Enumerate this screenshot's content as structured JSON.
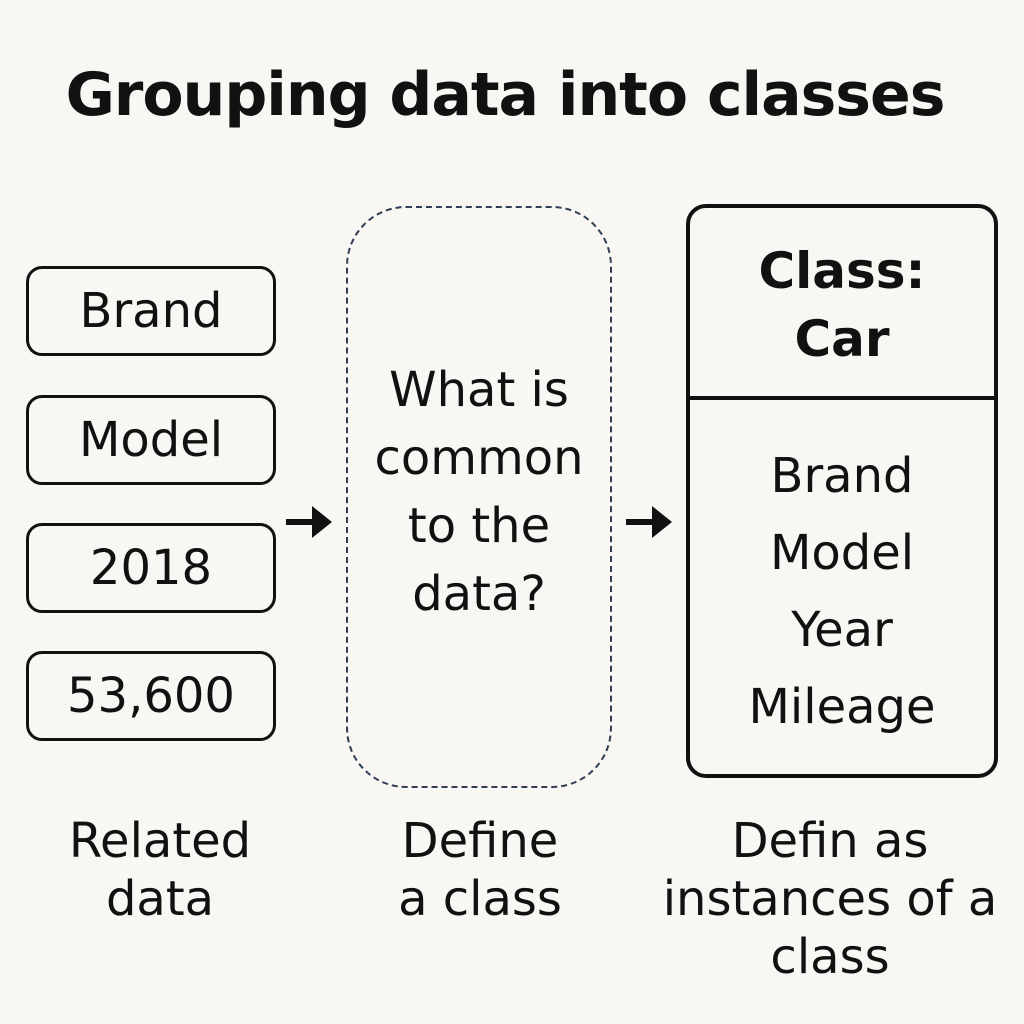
{
  "title": "Grouping data into classes",
  "related_data": {
    "items": [
      "Brand",
      "Model",
      "2018",
      "53,600"
    ],
    "caption": "Related\ndata"
  },
  "define_class": {
    "question": "What is\ncommon\nto the\ndata?",
    "caption": "Define\na class"
  },
  "class_box": {
    "title": "Class:\nCar",
    "attributes": [
      "Brand",
      "Model",
      "Year",
      "Mileage"
    ],
    "caption": "Defin as\ninstances of a\nclass"
  },
  "colors": {
    "background": "#f8f7f4",
    "ink": "#111111",
    "dashed_border": "#2e3f55"
  },
  "icons": [
    "arrow-right-icon",
    "arrow-right-icon"
  ]
}
